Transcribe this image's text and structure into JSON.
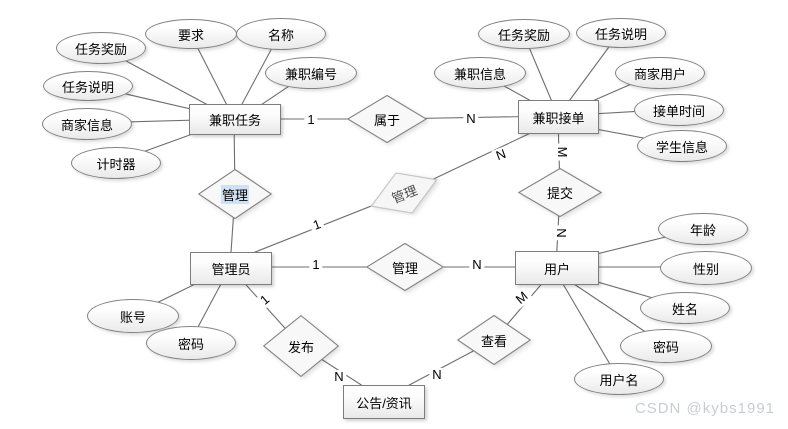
{
  "watermark": {
    "text": "CSDN @kybs1991",
    "color": "#c9cdd2"
  },
  "colors": {
    "shape_border": "#828282",
    "shape_fill": "#f2f2f2",
    "connector_line": "#6e6e6e",
    "label_highlight": "#cfe1f3",
    "background": "#ffffff"
  },
  "diagram": {
    "type": "er-diagram",
    "entities": [
      {
        "id": "task",
        "label": "兼职任务"
      },
      {
        "id": "order",
        "label": "兼职接单"
      },
      {
        "id": "admin",
        "label": "管理员"
      },
      {
        "id": "user",
        "label": "用户"
      },
      {
        "id": "news",
        "label": "公告/资讯"
      }
    ],
    "relationships": [
      {
        "id": "belongs",
        "label": "属于",
        "between": [
          "兼职任务",
          "兼职接单"
        ],
        "cardinality": "1:N"
      },
      {
        "id": "manage-task",
        "label": "管理",
        "between": [
          "管理员",
          "兼职任务"
        ]
      },
      {
        "id": "manage-order",
        "label": "管理",
        "between": [
          "管理员",
          "兼职接单"
        ],
        "cardinality": "1:N"
      },
      {
        "id": "submit",
        "label": "提交",
        "between": [
          "兼职接单",
          "用户"
        ],
        "cardinality": "M:N"
      },
      {
        "id": "manage-user",
        "label": "管理",
        "between": [
          "管理员",
          "用户"
        ],
        "cardinality": "1:N"
      },
      {
        "id": "publish",
        "label": "发布",
        "between": [
          "管理员",
          "公告/资讯"
        ],
        "cardinality": "1:N"
      },
      {
        "id": "view",
        "label": "查看",
        "between": [
          "用户",
          "公告/资讯"
        ],
        "cardinality": "M:N"
      }
    ],
    "attributes": {
      "task": [
        "任务奖励",
        "要求",
        "名称",
        "兼职编号",
        "任务说明",
        "商家信息",
        "计时器"
      ],
      "order": [
        "任务奖励",
        "任务说明",
        "兼职信息",
        "商家用户",
        "接单时间",
        "学生信息"
      ],
      "admin": [
        "账号",
        "密码"
      ],
      "user": [
        "年龄",
        "性别",
        "姓名",
        "密码",
        "用户名"
      ]
    },
    "cardinalities": [
      "1",
      "N",
      "1",
      "N",
      "1",
      "N",
      "M",
      "N",
      "1",
      "N",
      "M",
      "N"
    ]
  }
}
